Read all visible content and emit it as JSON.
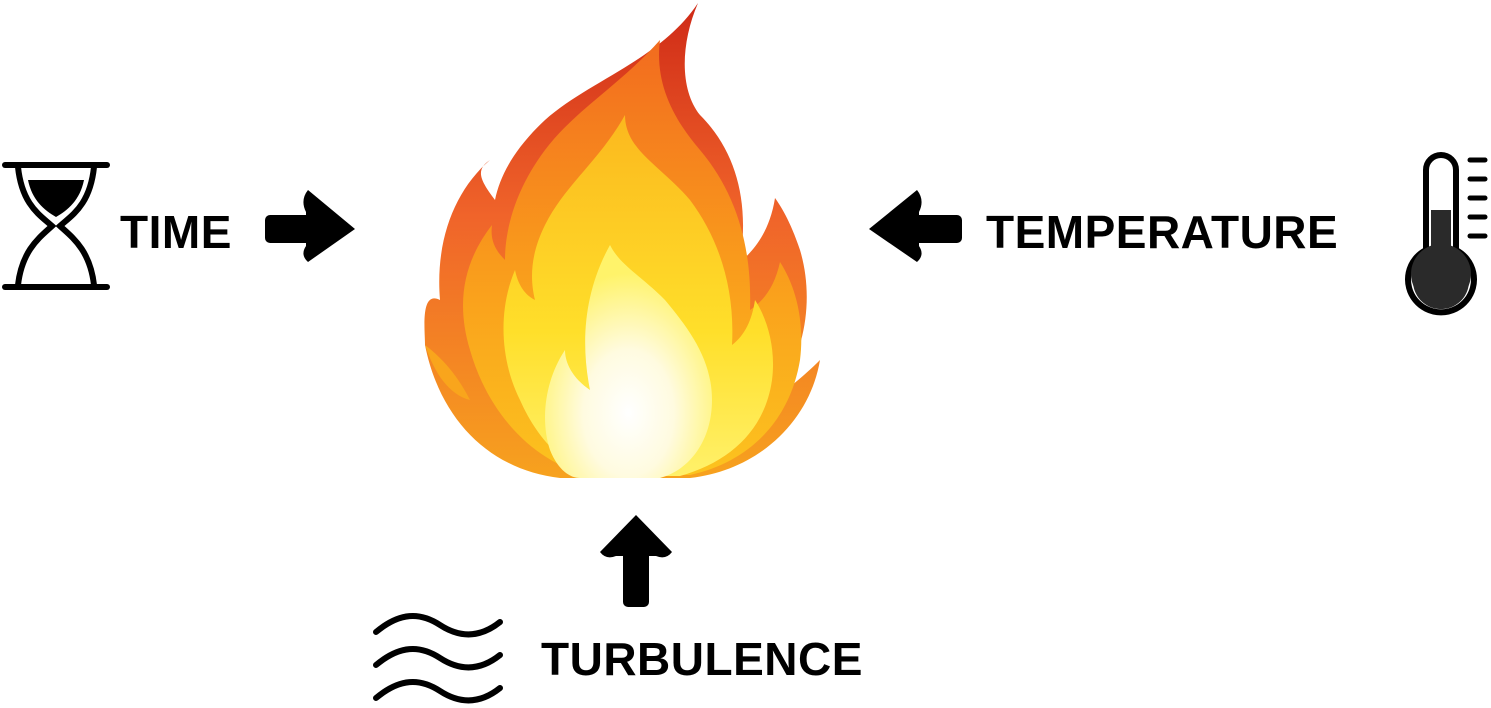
{
  "diagram": {
    "labels": {
      "time": "TIME",
      "temperature": "TEMPERATURE",
      "turbulence": "TURBULENCE"
    },
    "icons": {
      "center": "fire-icon",
      "time": "hourglass-icon",
      "temperature": "thermometer-icon",
      "turbulence": "waves-icon"
    },
    "colors": {
      "text": "#000000",
      "arrow": "#000000",
      "flame_outer": "#d7301a",
      "flame_mid": "#f7931e",
      "flame_inner": "#ffd21f",
      "flame_core": "#ffffff"
    }
  }
}
